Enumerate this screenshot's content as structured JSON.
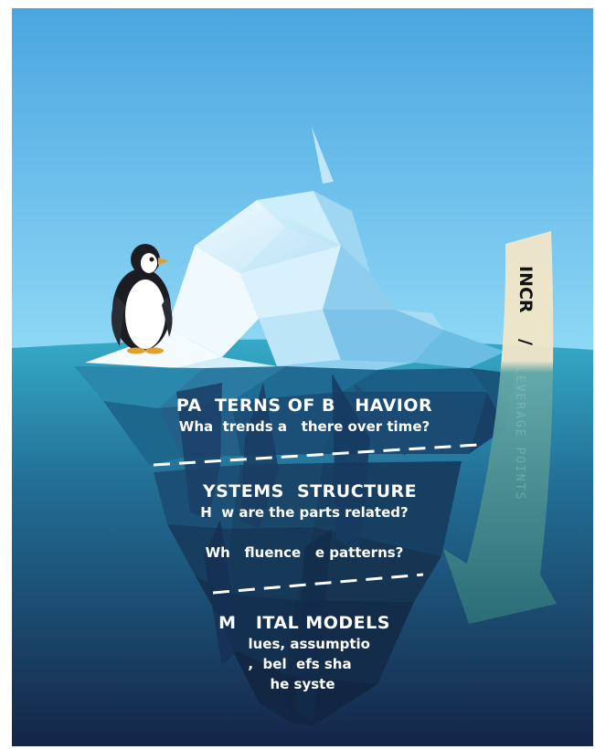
{
  "levels": [
    {
      "title": "PA  TERNS OF B   HAVIOR",
      "lines": [
        "Wha  trends a   there over time?"
      ]
    },
    {
      "title": "YSTEMS  STRUCTURE",
      "lines": [
        "H  w are the parts related?",
        "",
        "Wh   fluence   e patterns?"
      ]
    },
    {
      "title": "M   ITAL MODELS",
      "lines": [
        "  lues, assumptio",
        ",  bel  efs sha",
        "he syste"
      ]
    }
  ],
  "arrow": {
    "label": "INCR",
    "label_tail": "/",
    "ghost_text": "LEVERAGE POINTS"
  },
  "colors": {
    "sky_top": "#4aa6e0",
    "sky_bottom": "#8fd8f6",
    "water_top": "#35aac7",
    "water_bottom": "#142548",
    "arrow_band": "#f2e6c8",
    "arrow_teal": "#3c8c8f"
  },
  "icons": [
    "penguin-icon"
  ]
}
